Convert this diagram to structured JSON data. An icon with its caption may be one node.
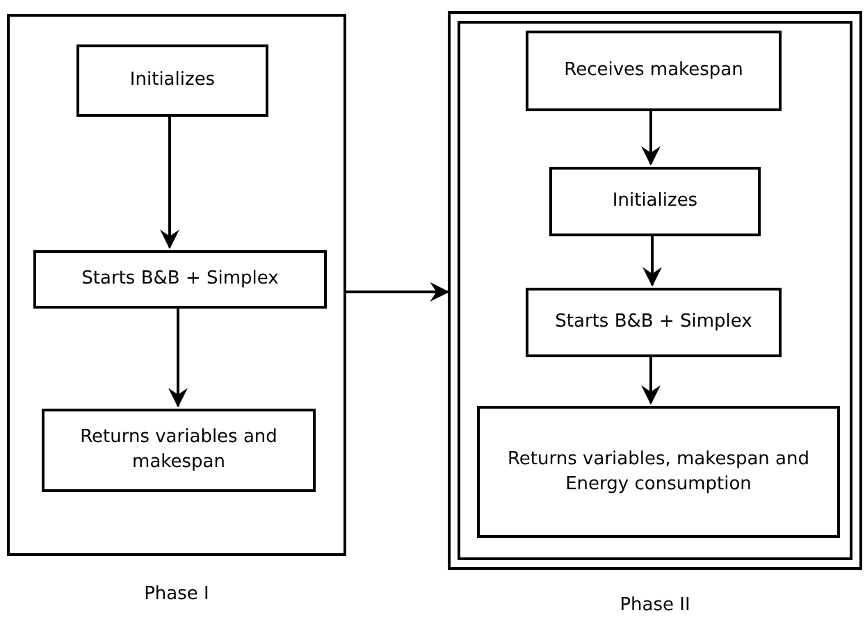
{
  "diagram": {
    "nodes": [
      {
        "text": [
          "Phase I"
        ]
      },
      {
        "text": [
          "Initializes"
        ],
        "in": 0
      },
      {
        "text": [
          "Starts B&B + Simplex"
        ],
        "in": 0
      },
      {
        "text": [
          "Returns variables and makespan"
        ],
        "in": 0
      },
      {
        "text": [
          "Phase II"
        ]
      },
      {
        "text": [
          "Receives makespan"
        ],
        "in": 4
      },
      {
        "text": [
          "Initializes"
        ],
        "in": 4
      },
      {
        "text": [
          "Starts B&B + Simplex"
        ],
        "in": 4
      },
      {
        "text": [
          "Returns variables, makespan and Energy consumption"
        ],
        "in": 4
      }
    ],
    "edges": [
      {
        "from": 1,
        "to": 2,
        "arrow": "to"
      },
      {
        "from": 2,
        "to": 3,
        "arrow": "to"
      },
      {
        "from": 0,
        "to": 4,
        "arrow": "to"
      },
      {
        "from": 5,
        "to": 6,
        "arrow": "to"
      },
      {
        "from": 6,
        "to": 7,
        "arrow": "to"
      },
      {
        "from": 7,
        "to": 8,
        "arrow": "to"
      }
    ]
  }
}
